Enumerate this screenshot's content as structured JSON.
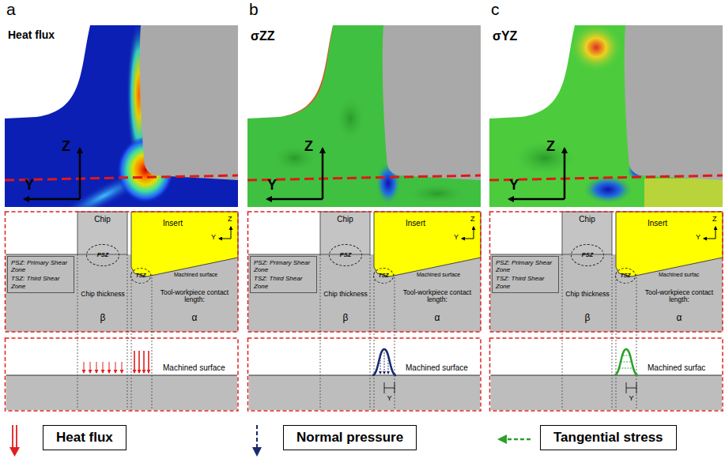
{
  "diagram": {
    "nodes": [
      {
        "text": [
          "Chip"
        ]
      },
      {
        "text": [
          "Insert"
        ]
      },
      {
        "text": [
          "PSZ: Primary Shear Zone",
          "TSZ: Third Shear Zone"
        ]
      },
      {
        "text": [
          "PSZ"
        ]
      },
      {
        "text": [
          "TSZ"
        ]
      },
      {
        "text": [
          "Chip"
        ]
      },
      {
        "text": [
          "Insert"
        ]
      },
      {
        "text": [
          "PSZ: Primary Shear Zone",
          "TSZ: Third Shear Zone"
        ]
      },
      {
        "text": [
          "PSZ"
        ]
      },
      {
        "text": [
          "TSZ"
        ]
      },
      {
        "text": [
          "Chip"
        ]
      },
      {
        "text": [
          "Insert"
        ]
      },
      {
        "text": [
          "PSZ: Primary Shear Zone",
          "TSZ: Third Shear Zone"
        ]
      },
      {
        "text": [
          "PSZ"
        ]
      },
      {
        "text": [
          "TSZ"
        ]
      },
      {
        "text": [
          "Heat flux"
        ]
      },
      {
        "text": [
          "Normal pressure"
        ]
      },
      {
        "text": [
          "Tangential stress"
        ]
      }
    ],
    "labels": [
      "a",
      "Heat flux",
      "Z",
      "Y",
      "Y",
      "Z",
      "Machined surface",
      "Chip thickness",
      "β",
      "Tool-workpiece contact length:",
      "α",
      "Machined surface",
      "b",
      "σZZ",
      "Z",
      "Y",
      "Y",
      "Z",
      "Machined surface",
      "Chip thickness",
      "β",
      "Tool-workpiece contact length:",
      "α",
      "Machined surface",
      "Y",
      "c",
      "σYZ",
      "Z",
      "Y",
      "Y",
      "Z",
      "Machined surfac",
      "Chip thickness",
      "β",
      "Tool-workpiece contact length:",
      "α",
      "Machined surfac",
      "Y"
    ]
  }
}
